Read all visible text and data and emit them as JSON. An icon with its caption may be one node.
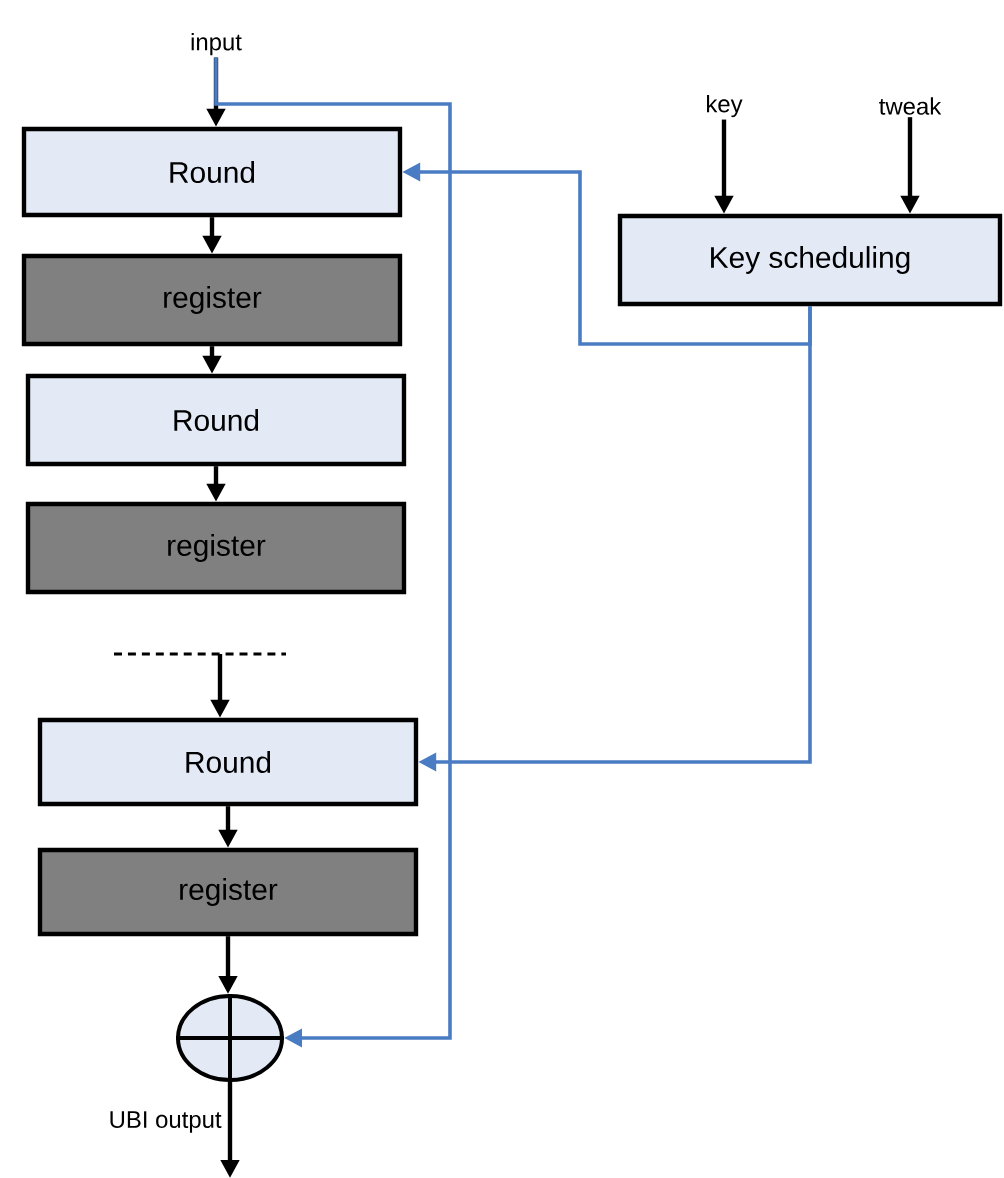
{
  "diagram": {
    "nodes": [
      {
        "text": [
          "input"
        ]
      },
      {
        "text": [
          "Round"
        ]
      },
      {
        "text": [
          "register"
        ]
      },
      {
        "text": [
          "Round"
        ]
      },
      {
        "text": [
          "register"
        ]
      },
      {
        "text": [
          "Round"
        ]
      },
      {
        "text": [
          "register"
        ]
      },
      {
        "text": [
          "key"
        ]
      },
      {
        "text": [
          "tweak"
        ]
      },
      {
        "text": [
          "Key scheduling"
        ]
      },
      {
        "text": [],
        "shape": "circle"
      }
    ],
    "edges": [
      {
        "from": 0,
        "to": 1,
        "arrow": "to"
      },
      {
        "from": 1,
        "to": 2,
        "arrow": "to"
      },
      {
        "from": 2,
        "to": 3,
        "arrow": "to"
      },
      {
        "from": 3,
        "to": 4,
        "arrow": "to"
      },
      {
        "from": null,
        "to": 5,
        "arrow": "to"
      },
      {
        "from": 5,
        "to": 6,
        "arrow": "to"
      },
      {
        "from": 6,
        "to": 10,
        "arrow": "to"
      },
      {
        "from": 10,
        "to": null,
        "arrow": "to",
        "label": "UBI output"
      },
      {
        "from": 7,
        "to": 9,
        "arrow": "to"
      },
      {
        "from": 8,
        "to": 9,
        "arrow": "to"
      },
      {
        "from": 9,
        "to": 1,
        "arrow": "to",
        "color": "#4a7cc4"
      },
      {
        "from": 9,
        "to": 5,
        "arrow": "to",
        "color": "#4a7cc4"
      },
      {
        "from": 0,
        "to": 10,
        "arrow": "to",
        "color": "#4a7cc4"
      }
    ]
  }
}
